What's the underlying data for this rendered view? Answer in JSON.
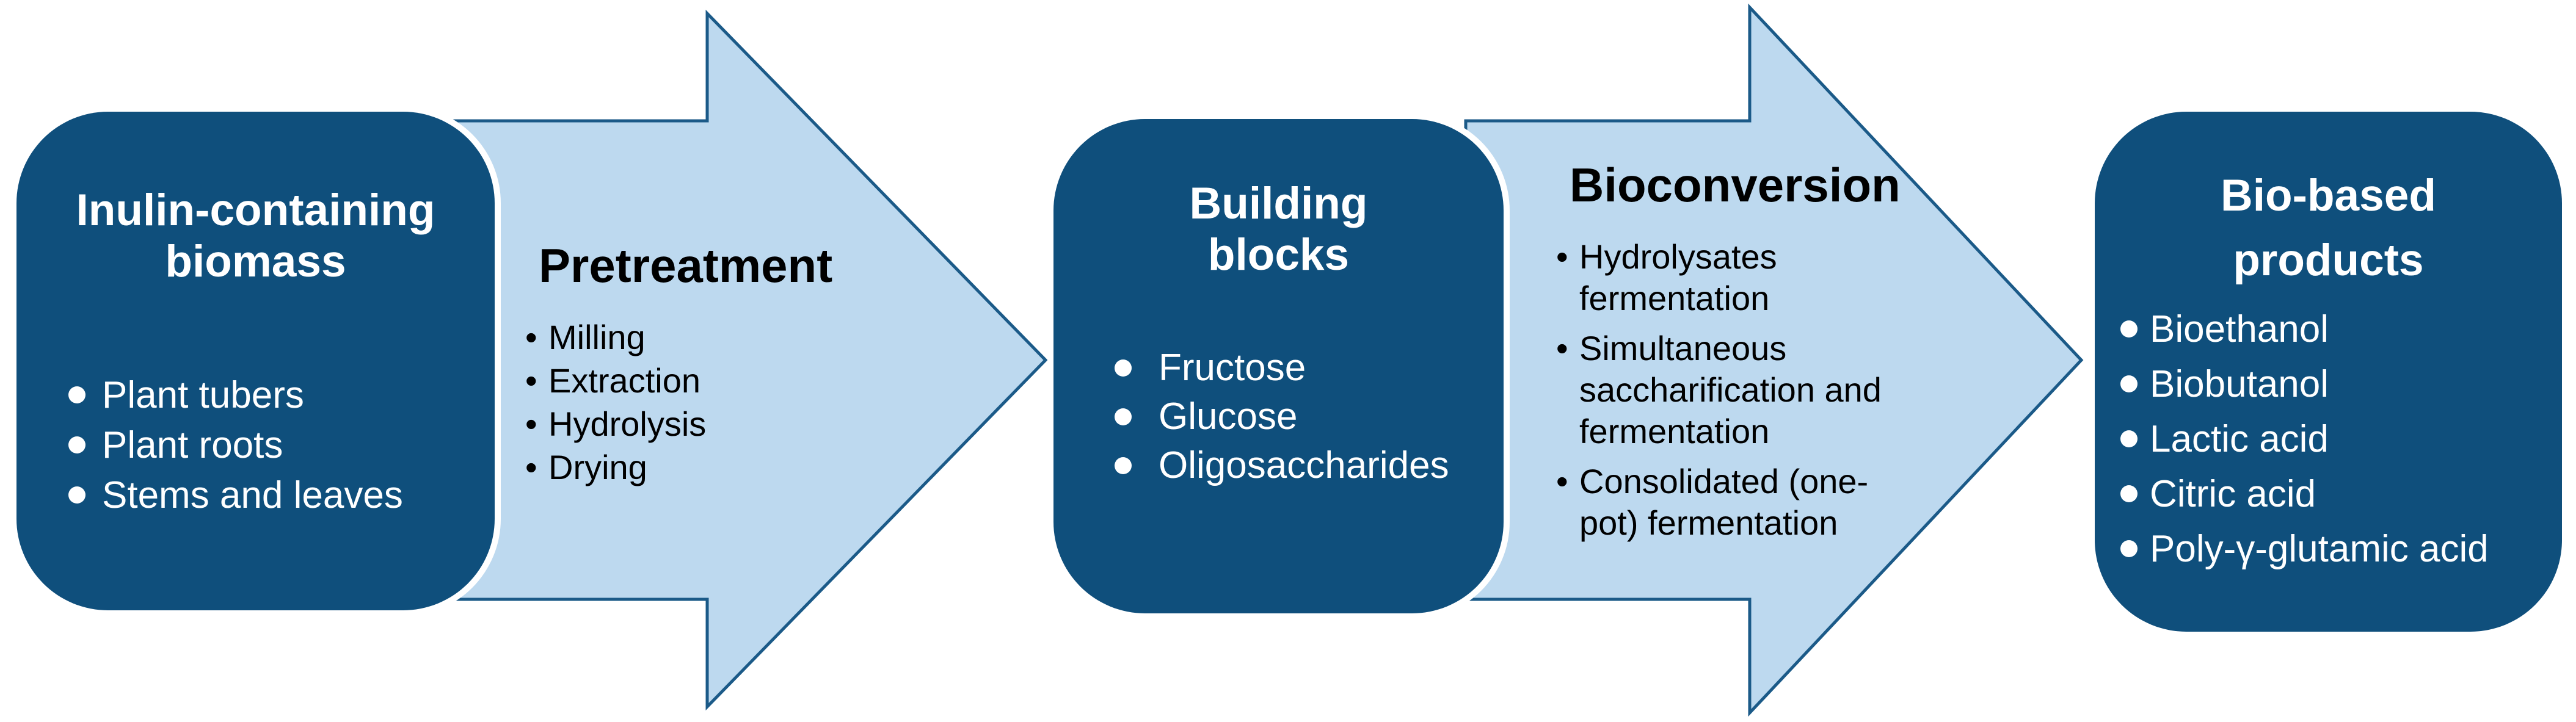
{
  "figure": {
    "stages": [
      {
        "id": "inulin-containing-biomass",
        "kind": "box",
        "title_lines": [
          "Inulin-containing",
          "biomass"
        ],
        "items": [
          "Plant tubers",
          "Plant roots",
          "Stems and leaves"
        ]
      },
      {
        "id": "pretreatment",
        "kind": "arrow",
        "title": "Pretreatment",
        "items": [
          "Milling",
          "Extraction",
          "Hydrolysis",
          "Drying"
        ]
      },
      {
        "id": "building-blocks",
        "kind": "box",
        "title_lines": [
          "Building",
          "blocks"
        ],
        "items": [
          "Fructose",
          "Glucose",
          "Oligosaccharides"
        ]
      },
      {
        "id": "bioconversion",
        "kind": "arrow",
        "title": "Bioconversion",
        "items": [
          "Hydrolysates fermentation",
          "Simultaneous saccharification and fermentation",
          "Consolidated (one-pot) fermentation"
        ]
      },
      {
        "id": "bio-based-products",
        "kind": "box",
        "title_lines": [
          "Bio-based",
          "products"
        ],
        "items": [
          "Bioethanol",
          "Biobutanol",
          "Lactic acid",
          "Citric acid",
          "Poly-γ-glutamic acid"
        ]
      }
    ],
    "colors": {
      "box_fill": "#0F4F7C",
      "box_text": "#FFFFFF",
      "arrow_fill": "#BDD9EF",
      "arrow_outline": "#1B5A88",
      "arrow_text": "#000000"
    }
  }
}
